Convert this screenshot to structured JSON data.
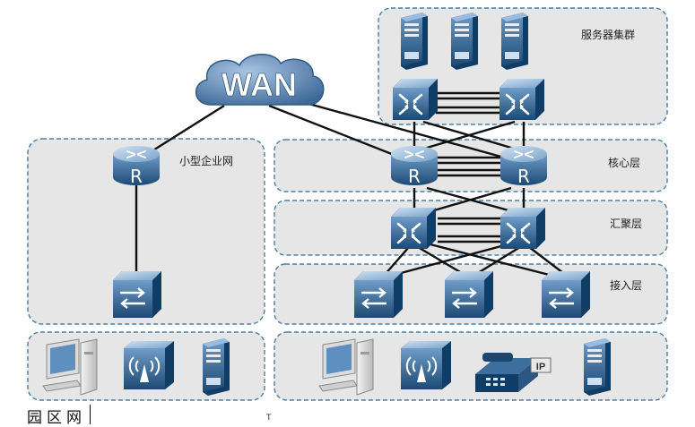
{
  "diagram": {
    "wan_label": "WAN",
    "router_glyph": "R",
    "phone_badge": "IP",
    "zones": {
      "server_cluster": "服务器集群",
      "small_enterprise": "小型企业网",
      "core": "核心层",
      "aggregation": "汇聚层",
      "access": "接入层"
    },
    "caption": "园区网",
    "cursor_glyph": "T"
  },
  "colors": {
    "device_blue": "#1f4f7a",
    "zone_border": "#4a7fa6",
    "zone_fill": "#e6e6e6",
    "cloud_blue": "#4d76a6"
  },
  "icons": [
    "cloud-icon",
    "server-icon",
    "router-icon",
    "core-switch-icon",
    "access-switch-icon",
    "pc-icon",
    "wireless-ap-icon",
    "ip-phone-icon"
  ]
}
